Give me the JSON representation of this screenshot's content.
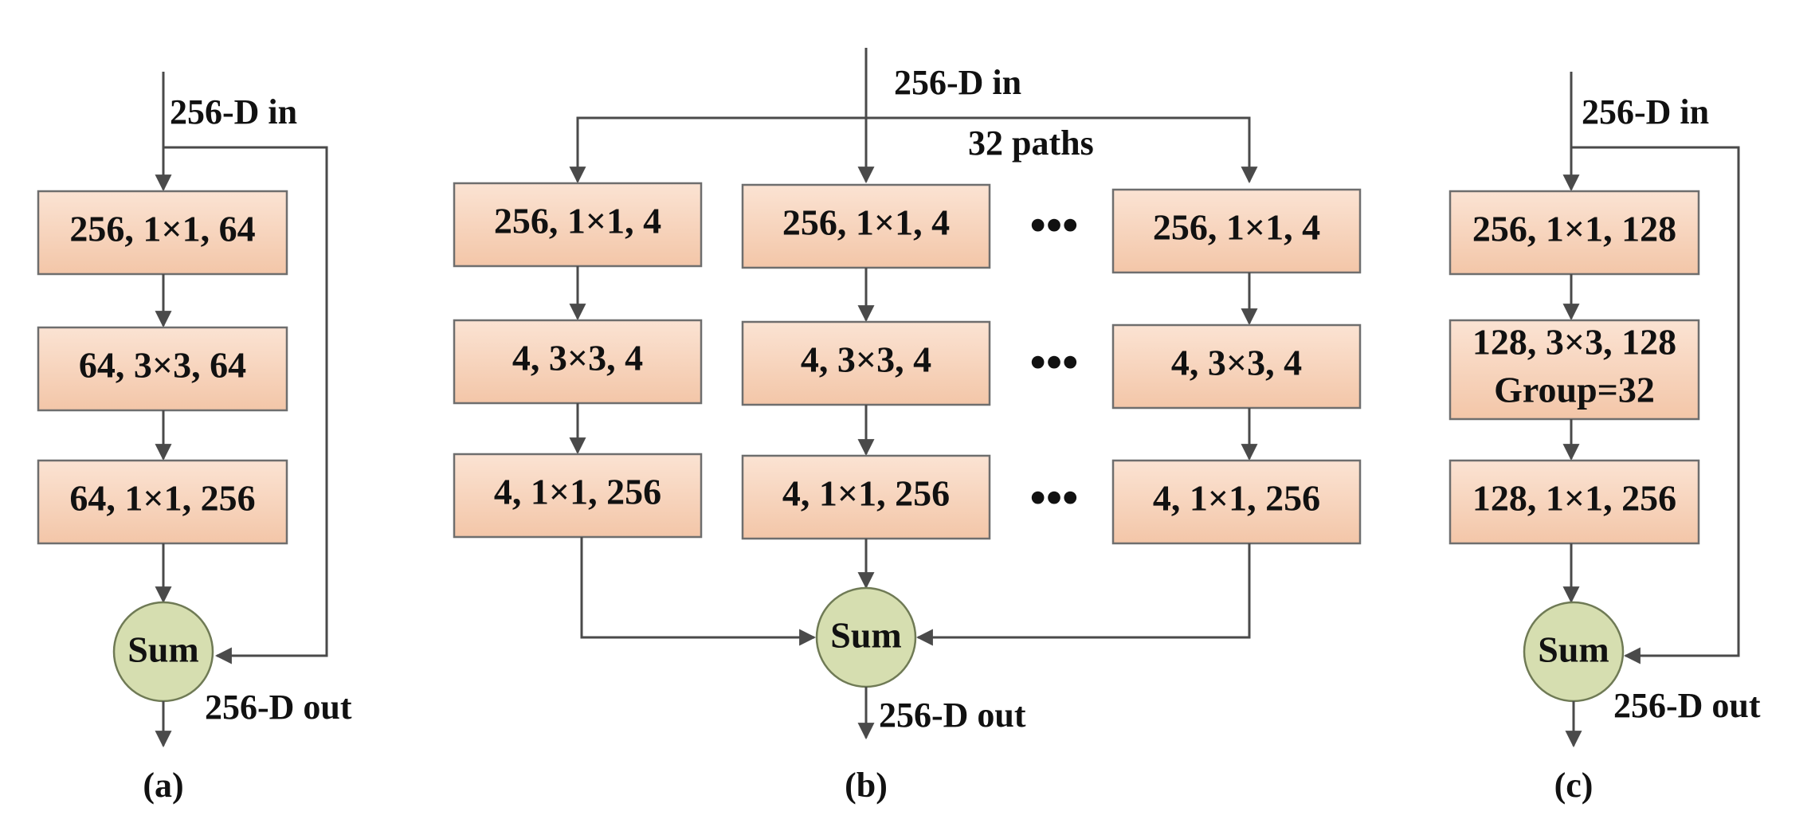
{
  "colors": {
    "box_fill_top": "#fbe3d3",
    "box_fill_bottom": "#f3c6a8",
    "sum_fill": "#d6deb0",
    "line": "#4a4a4a"
  },
  "panel_a": {
    "input_label": "256-D in",
    "layers": [
      "256, 1×1, 64",
      "64, 3×3, 64",
      "64, 1×1, 256"
    ],
    "sum_label": "Sum",
    "output_label": "256-D out",
    "caption": "(a)"
  },
  "panel_b": {
    "input_label": "256-D in",
    "paths_label": "32 paths",
    "path_layers": [
      "256, 1×1, 4",
      "4, 3×3, 4",
      "4, 1×1, 256"
    ],
    "ellipsis": "•••",
    "sum_label": "Sum",
    "output_label": "256-D out",
    "caption": "(b)"
  },
  "panel_c": {
    "input_label": "256-D in",
    "layers": [
      "256, 1×1, 128",
      "128, 3×3, 128",
      "Group=32",
      "128, 1×1, 256"
    ],
    "sum_label": "Sum",
    "output_label": "256-D out",
    "caption": "(c)"
  }
}
